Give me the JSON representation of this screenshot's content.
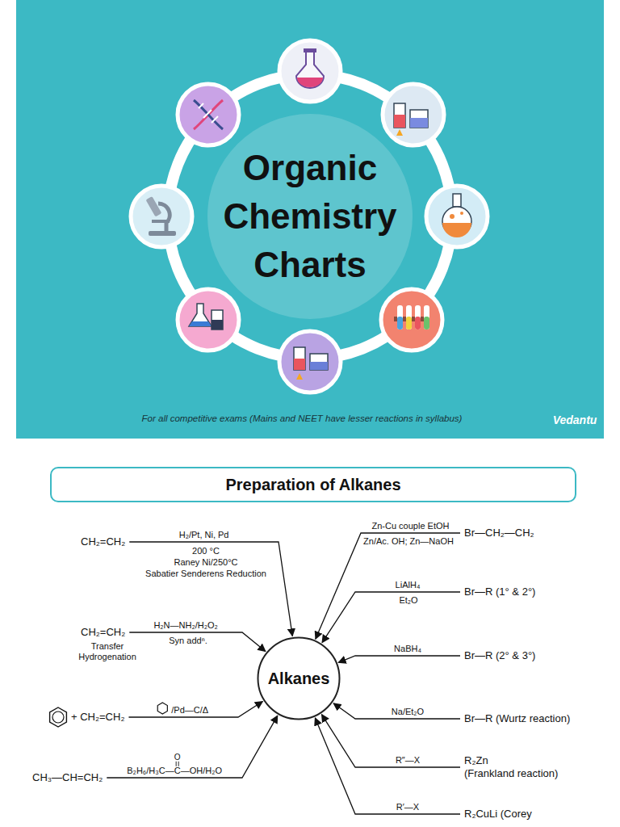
{
  "diagram": {
    "caption": "For all competitive exams (Mains and NEET have lesser reactions in syllabus)",
    "nodes": [
      {
        "text": [
          "Organic Chemistry Charts"
        ]
      },
      {
        "text": [
          "Preparation of Alkanes"
        ]
      },
      {
        "text": [
          "Alkanes"
        ]
      },
      {
        "text": [
          "CH₂=CH₂"
        ]
      },
      {
        "text": [
          "CH₂=CH₂"
        ]
      },
      {
        "text": [
          "+ CH₂=CH₂"
        ]
      },
      {
        "text": [
          "CH₃—CH=CH₂"
        ]
      },
      {
        "text": [
          "Br—CH₂—CH₂"
        ]
      },
      {
        "text": [
          "Br—R (1° & 2°)"
        ]
      },
      {
        "text": [
          "Br—R (2° & 3°)"
        ]
      },
      {
        "text": [
          "Br—R (Wurtz reaction)"
        ]
      },
      {
        "text": [
          "R₂Zn",
          "(Frankland reaction)"
        ]
      },
      {
        "text": [
          "R₂CuLi (Corey"
        ]
      }
    ],
    "edges": [
      {
        "from": 3,
        "to": 2,
        "arrow": "to",
        "label": "H₂/Pt, Ni, Pd"
      },
      {
        "from": 4,
        "to": 2,
        "arrow": "to",
        "label": "H₂N—NH₂/H₂O₂"
      },
      {
        "from": 5,
        "to": 2,
        "arrow": "to",
        "label": "/Pd—C/Δ"
      },
      {
        "from": 6,
        "to": 2,
        "arrow": "to",
        "label": "B₂H₆/H₃C—C—OH/H₂O"
      },
      {
        "from": 7,
        "to": 2,
        "arrow": "to",
        "label": "Zn-Cu couple EtOH"
      },
      {
        "from": 8,
        "to": 2,
        "arrow": "to",
        "label": "LiAlH₄"
      },
      {
        "from": 9,
        "to": 2,
        "arrow": "to",
        "label": "NaBH₄"
      },
      {
        "from": 10,
        "to": 2,
        "arrow": "to",
        "label": "Na/Et₂O"
      },
      {
        "from": 11,
        "to": 2,
        "arrow": "to",
        "label": "R″—X"
      },
      {
        "from": 12,
        "to": 2,
        "arrow": "to",
        "label": "R′—X"
      }
    ],
    "labels": [
      "200 °C",
      "Raney Ni/250°C",
      "Sabatier Senderens Reduction",
      "Transfer Hydrogenation",
      "Syn addⁿ.",
      "O",
      "Zn/Ac. OH; Zn—NaOH",
      "Et₂O",
      "Vedantu"
    ]
  }
}
